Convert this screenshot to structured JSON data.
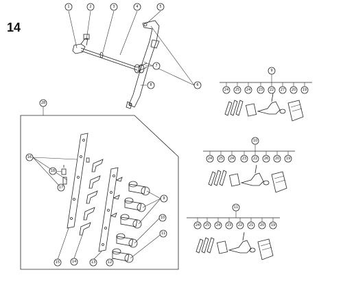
{
  "page_number": "14",
  "top_assembly": {
    "callouts": [
      "1",
      "2",
      "3",
      "4",
      "5",
      "6",
      "7",
      "8"
    ]
  },
  "kit_9": {
    "title": "9",
    "items": [
      "24",
      "25",
      "24",
      "23",
      "22",
      "27",
      "20",
      "19"
    ]
  },
  "kit_10": {
    "title": "10",
    "items": [
      "24",
      "25",
      "24",
      "23",
      "22",
      "26",
      "20",
      "19"
    ]
  },
  "kit_11": {
    "title": "11",
    "items": [
      "24",
      "25",
      "24",
      "23",
      "22",
      "21",
      "20",
      "19"
    ]
  },
  "panel": {
    "title": "28",
    "callouts": [
      "16",
      "18",
      "17",
      "9",
      "10",
      "11",
      "15",
      "14",
      "13",
      "12"
    ]
  }
}
